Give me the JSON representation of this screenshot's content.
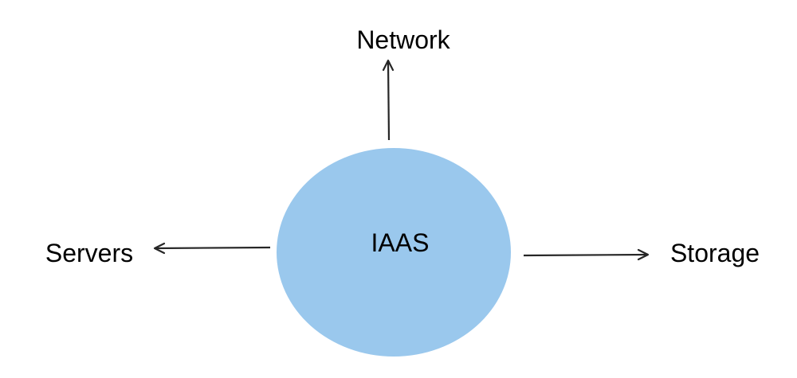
{
  "diagram": {
    "center": {
      "label": "IAAS",
      "fill_color": "#9ac8ed"
    },
    "nodes": [
      {
        "id": "network",
        "label": "Network"
      },
      {
        "id": "servers",
        "label": "Servers"
      },
      {
        "id": "storage",
        "label": "Storage"
      }
    ],
    "edges": [
      {
        "from": "IAAS",
        "to": "Network",
        "direction": "up"
      },
      {
        "from": "IAAS",
        "to": "Servers",
        "direction": "left"
      },
      {
        "from": "IAAS",
        "to": "Storage",
        "direction": "right"
      }
    ],
    "arrow_color": "#262626",
    "text_color": "#000000",
    "background_color": "#ffffff"
  }
}
